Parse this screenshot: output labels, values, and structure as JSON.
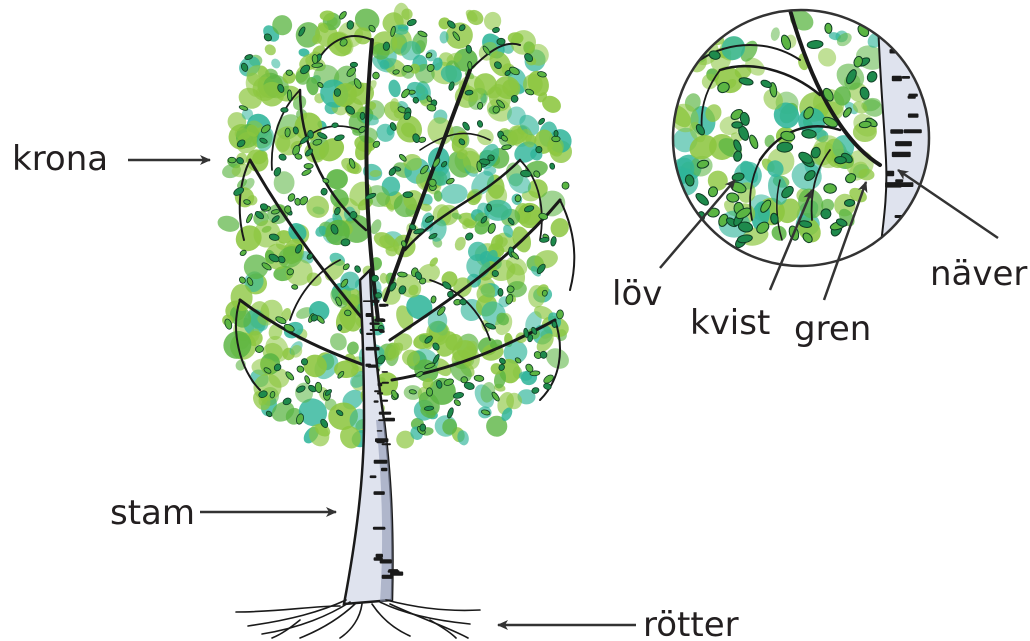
{
  "labels": {
    "krona": "krona",
    "stam": "stam",
    "rotter": "rötter",
    "lov": "löv",
    "kvist": "kvist",
    "gren": "gren",
    "naver": "näver"
  },
  "colors": {
    "leaf_light": "#8cc63f",
    "leaf_mid": "#5bb543",
    "leaf_dark": "#1e8a4c",
    "leaf_teal": "#2fb59a",
    "bark": "#1a1a1a",
    "bark_light": "#dfe3ee",
    "bark_shade": "#8f98b4",
    "text": "#231f20",
    "line": "#333333"
  }
}
